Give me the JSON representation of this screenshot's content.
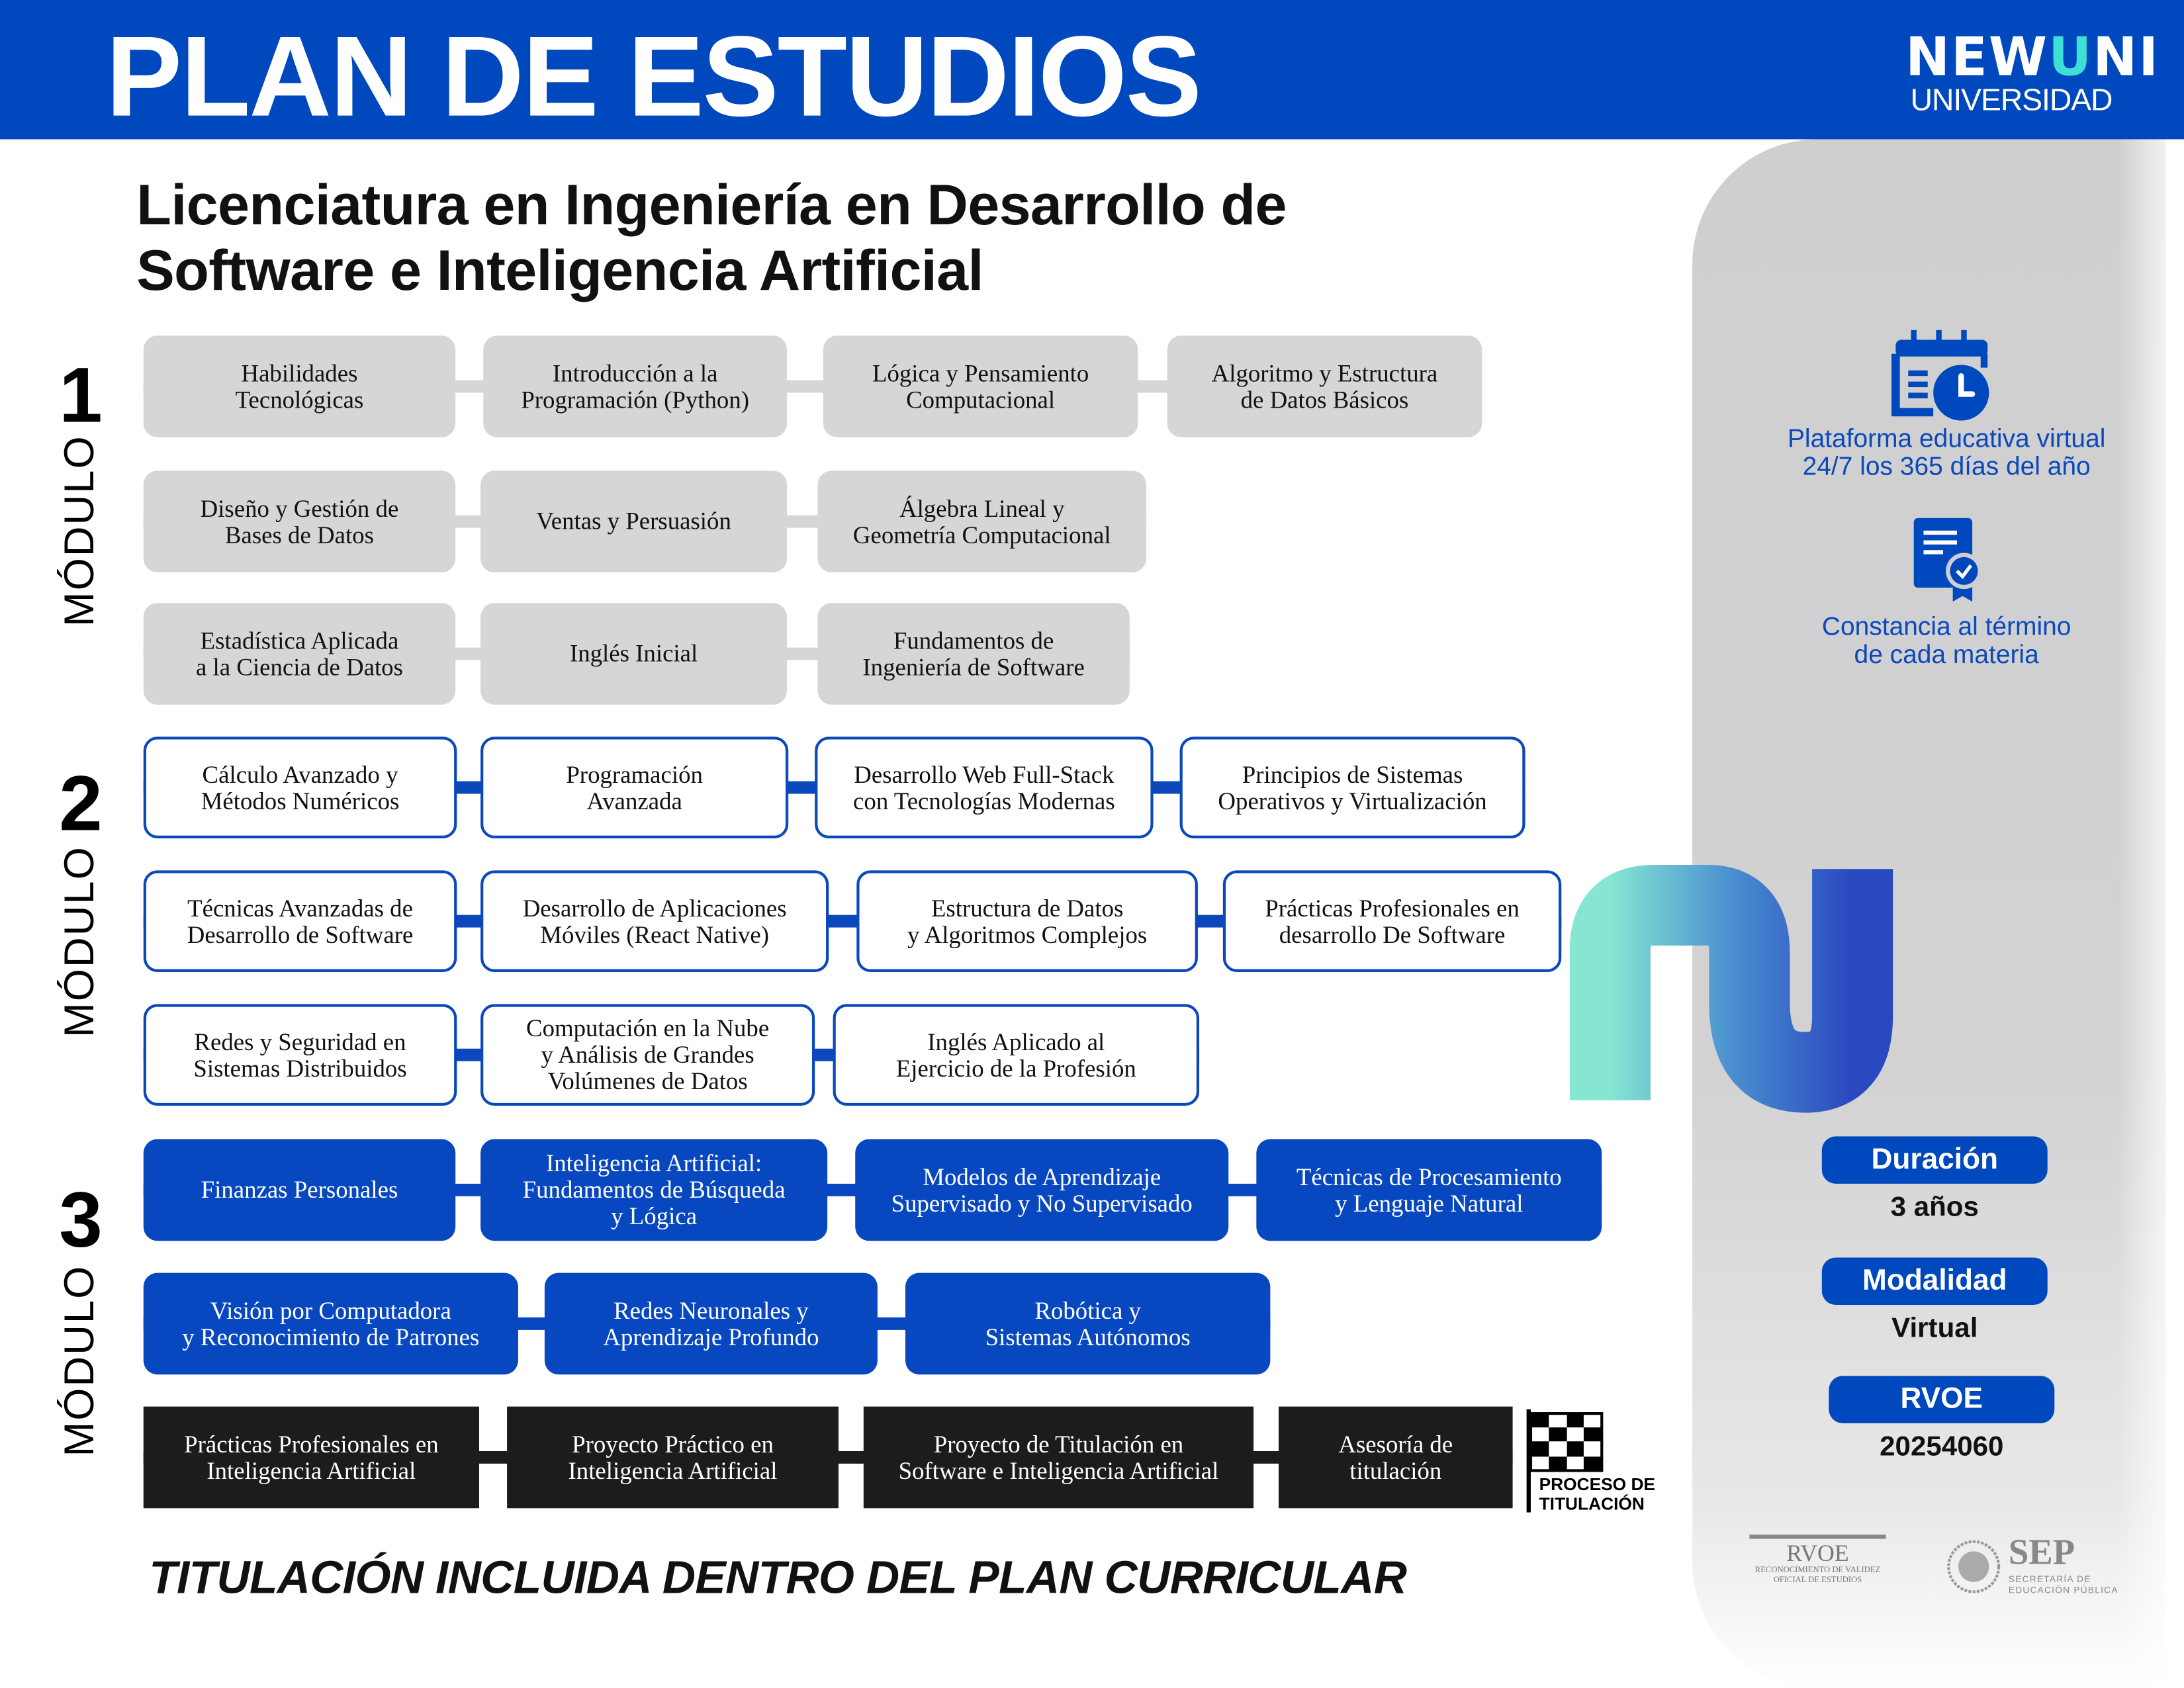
{
  "header": {
    "title": "PLAN DE ESTUDIOS",
    "logo_word_a": "NEW",
    "logo_word_u": "U",
    "logo_word_b": "NI",
    "logo_sub": "UNIVERSIDAD"
  },
  "program": {
    "line1": "Licenciatura en Ingeniería en Desarrollo de",
    "line2": "Software e Inteligencia Artificial"
  },
  "modules": [
    {
      "number": "1",
      "label": "MÓDULO",
      "rows": [
        [
          "Habilidades\nTecnológicas",
          "Introducción a la\nProgramación (Python)",
          "Lógica y Pensamiento\nComputacional",
          "Algoritmo y Estructura\nde Datos Básicos"
        ],
        [
          "Diseño y Gestión de\nBases de Datos",
          "Ventas y Persuasión",
          "Álgebra Lineal y\nGeometría Computacional"
        ],
        [
          "Estadística Aplicada\na la Ciencia de Datos",
          "Inglés Inicial",
          "Fundamentos de\nIngeniería de Software"
        ]
      ]
    },
    {
      "number": "2",
      "label": "MÓDULO",
      "rows": [
        [
          "Cálculo Avanzado y\nMétodos Numéricos",
          "Programación\nAvanzada",
          "Desarrollo Web Full-Stack\ncon Tecnologías Modernas",
          "Principios de Sistemas\nOperativos y Virtualización"
        ],
        [
          "Técnicas Avanzadas de\nDesarrollo de Software",
          "Desarrollo de Aplicaciones\nMóviles (React Native)",
          "Estructura de Datos\ny Algoritmos Complejos",
          "Prácticas Profesionales en\ndesarrollo De Software"
        ],
        [
          "Redes y Seguridad en\nSistemas Distribuidos",
          "Computación en la Nube\ny Análisis de Grandes\nVolúmenes de Datos",
          "Inglés Aplicado al\nEjercicio de la Profesión"
        ]
      ]
    },
    {
      "number": "3",
      "label": "MÓDULO",
      "rows": [
        [
          "Finanzas Personales",
          "Inteligencia Artificial:\nFundamentos de Búsqueda\ny Lógica",
          "Modelos de Aprendizaje\nSupervisado y No Supervisado",
          "Técnicas de Procesamiento\ny Lenguaje Natural"
        ],
        [
          "Visión por Computadora\ny Reconocimiento de Patrones",
          "Redes Neuronales y\nAprendizaje Profundo",
          "Robótica y\nSistemas Autónomos"
        ],
        [
          "Prácticas Profesionales en\nInteligencia Artificial",
          "Proyecto Práctico en\nInteligencia Artificial",
          "Proyecto de Titulación en\nSoftware e Inteligencia Artificial",
          "Asesoría de\ntitulación"
        ]
      ]
    }
  ],
  "titulacion_flag": "PROCESO DE\nTITULACIÓN",
  "footer": "TITULACIÓN INCLUIDA DENTRO DEL PLAN CURRICULAR",
  "features": [
    {
      "icon": "calendar-clock-icon",
      "text": "Plataforma educativa virtual\n24/7 los 365 días del año"
    },
    {
      "icon": "certificate-icon",
      "text": "Constancia al término\nde cada materia"
    }
  ],
  "info": {
    "duration_label": "Duración",
    "duration_value": "3 años",
    "modality_label": "Modalidad",
    "modality_value": "Virtual",
    "rvoe_label": "RVOE",
    "rvoe_value": "20254060"
  },
  "seals": {
    "rvoe_big": "RVOE",
    "rvoe_small": "Reconocimiento de Validez Oficial de Estudios",
    "sep_big": "SEP",
    "sep_small": "Secretaría de Educación Pública"
  },
  "colors": {
    "brand_blue": "#0048bd",
    "gray_box": "#d6d6d8",
    "black_box": "#1c1c1c",
    "teal": "#3ee0d6"
  }
}
